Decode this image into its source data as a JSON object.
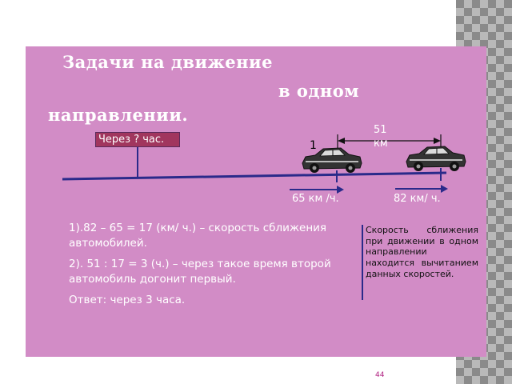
{
  "slide": {
    "title": {
      "line1": "Задачи на движение",
      "line2": "в одном",
      "line3": "направлении."
    },
    "distance_label": "51 км",
    "distance_value_text": "51",
    "distance_unit_text": "км",
    "when_label": "Через ? час.",
    "car_number": "1",
    "speed_left": "65 км /ч.",
    "speed_right": "82 км/ ч.",
    "solution": {
      "step1": "1).82 – 65 = 17 (км/ ч.) – скорость сближения автомобилей.",
      "step2": "2). 51 : 17 = 3 (ч.) – через такое время второй автомобиль догонит первый.",
      "answer": "Ответ: через 3 часа."
    },
    "note": "Скорость сближения при движении в одном направлении находится вычитанием данных скоростей.",
    "page_number": "44"
  },
  "colors": {
    "panel_background": "#d28cc6",
    "label_box": "#a1365e",
    "road_line": "#2a2a8a",
    "text_primary": "#ffffff"
  },
  "icons": [
    "car-icon",
    "arrow-left-icon",
    "arrow-right-icon"
  ]
}
